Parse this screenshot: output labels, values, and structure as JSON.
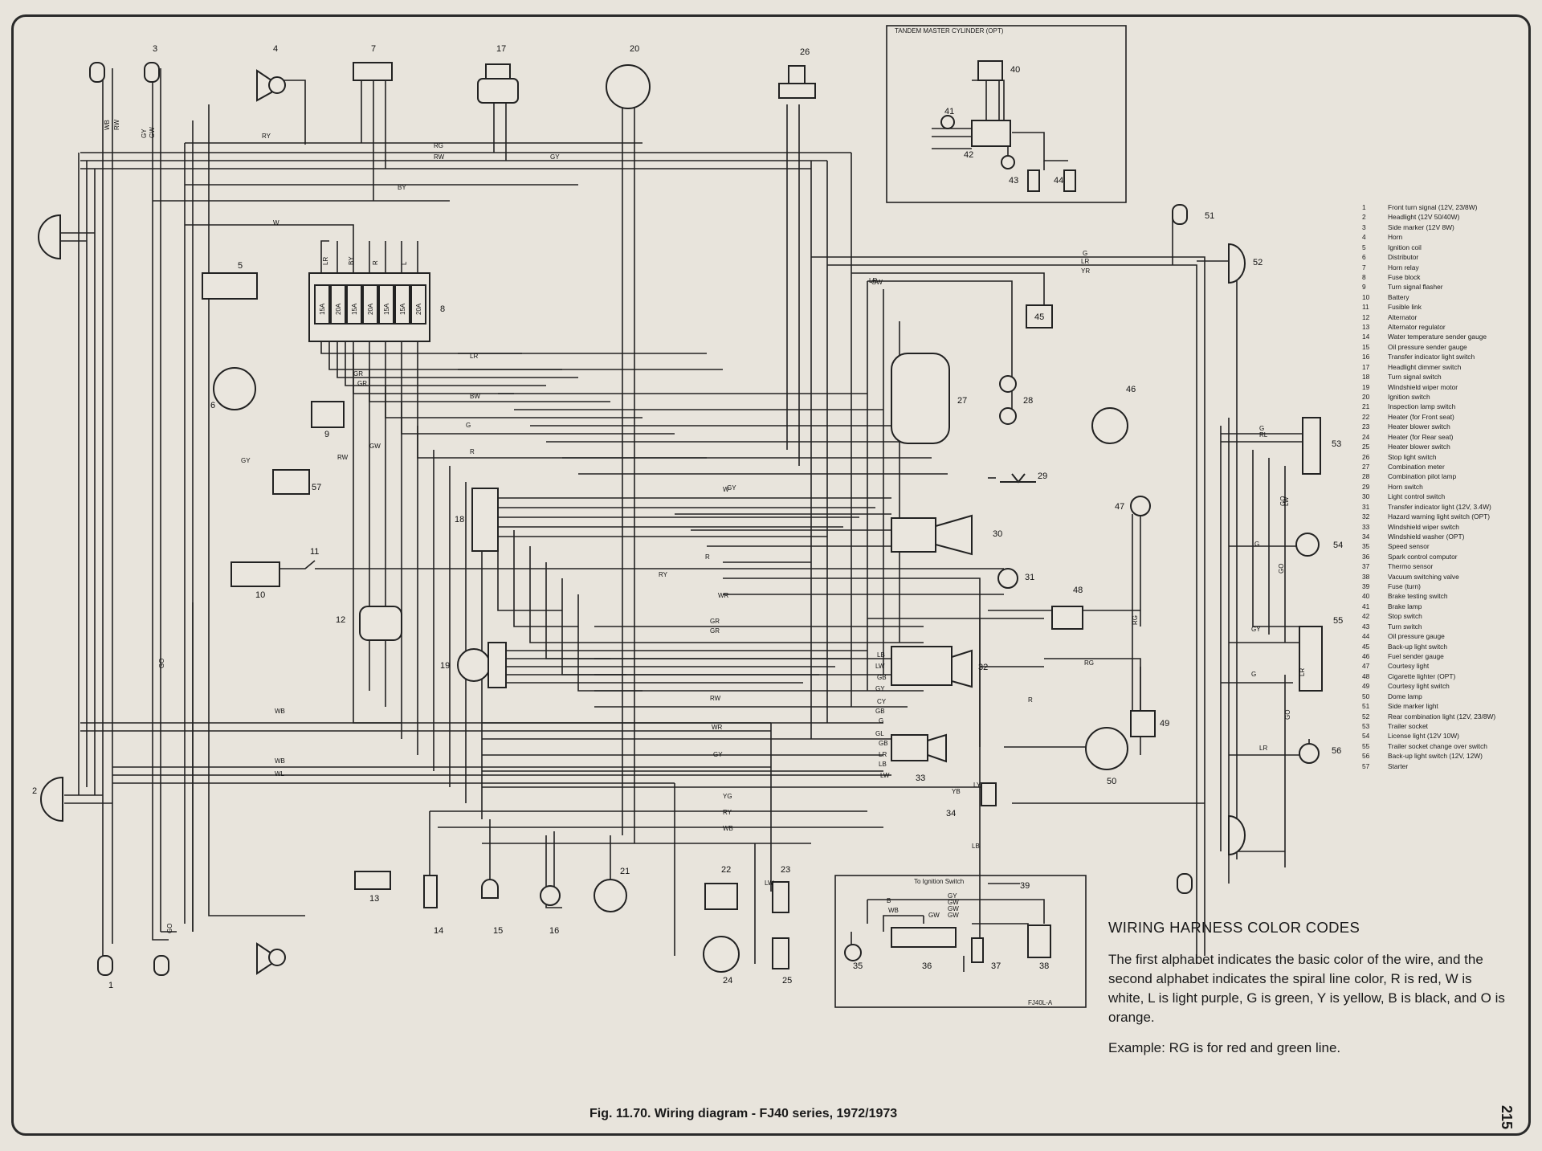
{
  "components": [
    {
      "n": "1",
      "name": "Front turn signal (12V, 23/8W)"
    },
    {
      "n": "2",
      "name": "Headlight (12V 50/40W)"
    },
    {
      "n": "3",
      "name": "Side marker (12V 8W)"
    },
    {
      "n": "4",
      "name": "Horn"
    },
    {
      "n": "5",
      "name": "Ignition coil"
    },
    {
      "n": "6",
      "name": "Distributor"
    },
    {
      "n": "7",
      "name": "Horn relay"
    },
    {
      "n": "8",
      "name": "Fuse block"
    },
    {
      "n": "9",
      "name": "Turn signal flasher"
    },
    {
      "n": "10",
      "name": "Battery"
    },
    {
      "n": "11",
      "name": "Fusible link"
    },
    {
      "n": "12",
      "name": "Alternator"
    },
    {
      "n": "13",
      "name": "Alternator regulator"
    },
    {
      "n": "14",
      "name": "Water temperature sender gauge"
    },
    {
      "n": "15",
      "name": "Oil pressure sender gauge"
    },
    {
      "n": "16",
      "name": "Transfer indicator light switch"
    },
    {
      "n": "17",
      "name": "Headlight dimmer switch"
    },
    {
      "n": "18",
      "name": "Turn signal switch"
    },
    {
      "n": "19",
      "name": "Windshield wiper motor"
    },
    {
      "n": "20",
      "name": "Ignition switch"
    },
    {
      "n": "21",
      "name": "Inspection lamp switch"
    },
    {
      "n": "22",
      "name": "Heater (for Front seat)"
    },
    {
      "n": "23",
      "name": "Heater blower switch"
    },
    {
      "n": "24",
      "name": "Heater (for Rear seat)"
    },
    {
      "n": "25",
      "name": "Heater blower switch"
    },
    {
      "n": "26",
      "name": "Stop light switch"
    },
    {
      "n": "27",
      "name": "Combination meter"
    },
    {
      "n": "28",
      "name": "Combination pilot lamp"
    },
    {
      "n": "29",
      "name": "Horn switch"
    },
    {
      "n": "30",
      "name": "Light control switch"
    },
    {
      "n": "31",
      "name": "Transfer indicator light (12V, 3.4W)"
    },
    {
      "n": "32",
      "name": "Hazard warning light switch (OPT)"
    },
    {
      "n": "33",
      "name": "Windshield wiper switch"
    },
    {
      "n": "34",
      "name": "Windshield washer (OPT)"
    },
    {
      "n": "35",
      "name": "Speed sensor"
    },
    {
      "n": "36",
      "name": "Spark control computor"
    },
    {
      "n": "37",
      "name": "Thermo sensor"
    },
    {
      "n": "38",
      "name": "Vacuum switching valve"
    },
    {
      "n": "39",
      "name": "Fuse (turn)"
    },
    {
      "n": "40",
      "name": "Brake testing switch"
    },
    {
      "n": "41",
      "name": "Brake lamp"
    },
    {
      "n": "42",
      "name": "Stop switch"
    },
    {
      "n": "43",
      "name": "Turn switch"
    },
    {
      "n": "44",
      "name": "Oil pressure gauge"
    },
    {
      "n": "45",
      "name": "Back-up light switch"
    },
    {
      "n": "46",
      "name": "Fuel sender gauge"
    },
    {
      "n": "47",
      "name": "Courtesy light"
    },
    {
      "n": "48",
      "name": "Cigarette lighter (OPT)"
    },
    {
      "n": "49",
      "name": "Courtesy light switch"
    },
    {
      "n": "50",
      "name": "Dome lamp"
    },
    {
      "n": "51",
      "name": "Side marker light"
    },
    {
      "n": "52",
      "name": "Rear combination light (12V, 23/8W)"
    },
    {
      "n": "53",
      "name": "Trailer socket"
    },
    {
      "n": "54",
      "name": "License light (12V 10W)"
    },
    {
      "n": "55",
      "name": "Trailer socket change over switch"
    },
    {
      "n": "56",
      "name": "Back-up light switch (12V, 12W)"
    },
    {
      "n": "57",
      "name": "Starter"
    }
  ],
  "color_codes": {
    "heading": "WIRING HARNESS COLOR CODES",
    "text": "The first alphabet indicates the basic color of the wire, and the second alphabet indicates the spiral line color, R is red, W is white, L is light purple, G is green, Y is yellow, B is black, and O is orange.",
    "example": "Example: RG is for red and green line."
  },
  "caption": "Fig. 11.70. Wiring diagram - FJ40 series, 1972/1973",
  "page_number": "215",
  "inset_title": "TANDEM MASTER CYLINDER (OPT)",
  "ignition_inset_title": "To Ignition Switch",
  "inset_code": "FJ40L-A",
  "fuse_labels": [
    "15A",
    "20A",
    "15A",
    "20A",
    "15A",
    "15A",
    "20A"
  ],
  "placed_numbers": [
    "1",
    "2",
    "3",
    "4",
    "5",
    "6",
    "7",
    "8",
    "9",
    "10",
    "11",
    "12",
    "13",
    "14",
    "15",
    "16",
    "17",
    "18",
    "19",
    "20",
    "21",
    "22",
    "23",
    "24",
    "25",
    "26",
    "27",
    "28",
    "29",
    "30",
    "31",
    "32",
    "33",
    "34",
    "35",
    "36",
    "37",
    "38",
    "39",
    "40",
    "41",
    "42",
    "43",
    "44",
    "45",
    "46",
    "47",
    "48",
    "49",
    "50",
    "51",
    "52",
    "53",
    "54",
    "55",
    "56",
    "57"
  ],
  "wire_labels": [
    "WB",
    "RW",
    "GY",
    "GW",
    "RY",
    "RG",
    "RW",
    "GY",
    "BY",
    "W",
    "LR",
    "BY",
    "R",
    "L",
    "LR",
    "GW",
    "GR",
    "BW",
    "GR",
    "GW",
    "G",
    "R",
    "W",
    "GY",
    "GY",
    "RW",
    "LR",
    "G",
    "LR",
    "YR",
    "G",
    "RL",
    "G",
    "GY",
    "G",
    "RG",
    "RG",
    "R",
    "LY",
    "YB",
    "YG",
    "RY",
    "WB",
    "WB",
    "WB",
    "WL",
    "RW",
    "WR",
    "GY",
    "LB",
    "LW",
    "GB",
    "GY",
    "CY",
    "GB",
    "G",
    "GL",
    "GB",
    "LR",
    "LB",
    "LW",
    "LW",
    "LB",
    "GO",
    "GO",
    "LW",
    "LR",
    "B",
    "WB",
    "GW",
    "GY",
    "GW",
    "GW",
    "GW",
    "RY",
    "R",
    "GR",
    "GR",
    "WR",
    "GO",
    "GO",
    "LR",
    "GO"
  ],
  "colors": {
    "ink": "#222222",
    "paper": "#e8e4dc"
  }
}
